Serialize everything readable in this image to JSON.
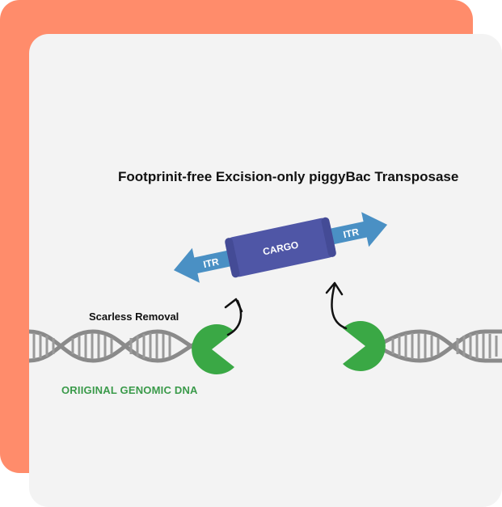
{
  "title": "Footprinit-free Excision-only piggyBac Transposase",
  "cargo_label": "CARGO",
  "itr_left_label": "ITR",
  "itr_right_label": "ITR",
  "scarless_label": "Scarless Removal",
  "genomic_label": "ORIIGINAL GENOMIC DNA",
  "colors": {
    "back_card": "#ff8c6b",
    "front_card": "#f3f3f3",
    "cargo": "#4f56a6",
    "itr_arrow": "#4a90c4",
    "enzyme": "#3aa845",
    "dna": "#8a8a8a",
    "genomic_text": "#3a9a4a"
  }
}
